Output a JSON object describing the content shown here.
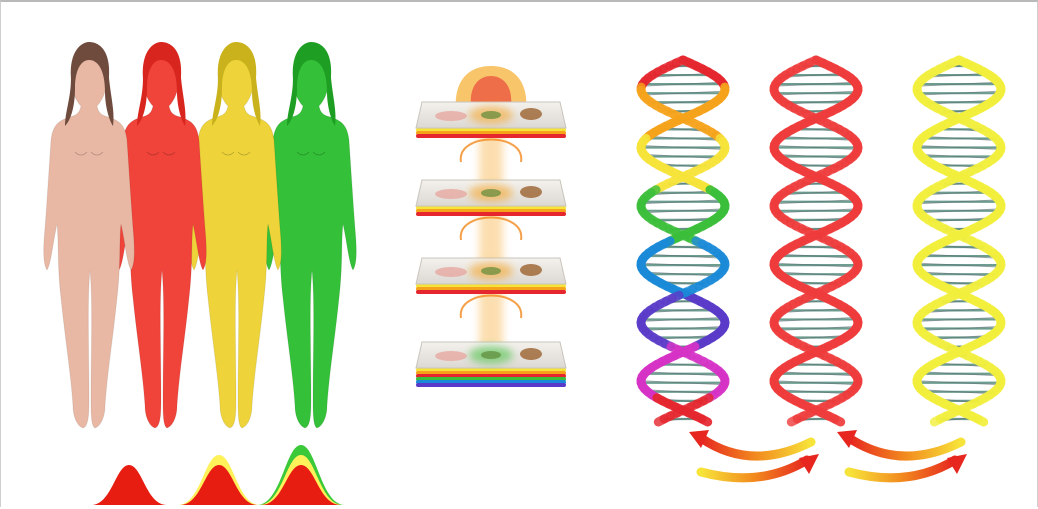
{
  "figures": [
    {
      "name": "figure-natural",
      "color": "#e9b8a4",
      "hair": "#6f4b3e"
    },
    {
      "name": "figure-red",
      "color": "#f0433a",
      "hair": "#d8261f"
    },
    {
      "name": "figure-yellow",
      "color": "#eed43a",
      "hair": "#c9b21c"
    },
    {
      "name": "figure-green",
      "color": "#34c038",
      "hair": "#1e9e22"
    }
  ],
  "curves": [
    {
      "name": "curve-red",
      "colors": [
        "#e81d12"
      ]
    },
    {
      "name": "curve-red-yellow",
      "colors": [
        "#fff15a",
        "#e81d12"
      ]
    },
    {
      "name": "curve-red-yellow-green",
      "colors": [
        "#3bc93a",
        "#fff15a",
        "#e81d12"
      ]
    }
  ],
  "layers": [
    {
      "name": "stack-layer-1",
      "glow": "#f7a21f"
    },
    {
      "name": "stack-layer-2",
      "glow": "#f7a21f"
    },
    {
      "name": "stack-layer-3",
      "glow": "#f7a21f"
    },
    {
      "name": "stack-layer-4",
      "glow": "#3fbf3a"
    }
  ],
  "helices": [
    {
      "name": "dna-helix-rainbow",
      "type": "rainbow",
      "colors": [
        "#e5262e",
        "#f6a31b",
        "#f7e43a",
        "#3bbf3a",
        "#1a8ad8",
        "#5a3bc9",
        "#d632c6",
        "#e5262e"
      ]
    },
    {
      "name": "dna-helix-red",
      "type": "solid",
      "colors": [
        "#ef3b3b"
      ]
    },
    {
      "name": "dna-helix-yellow",
      "type": "solid",
      "colors": [
        "#f2ef3c"
      ]
    }
  ],
  "arrow_colors": [
    "#f7e43a",
    "#f28a1e",
    "#e6261f"
  ]
}
